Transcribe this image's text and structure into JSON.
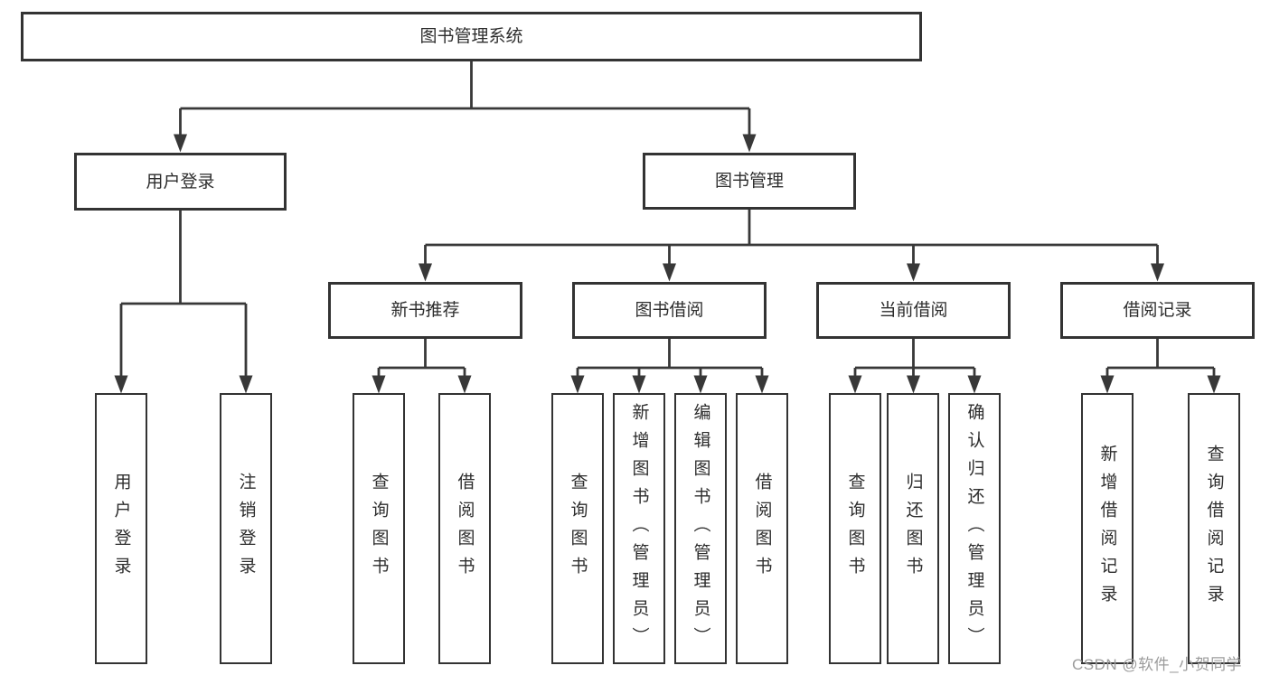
{
  "root": {
    "label": "图书管理系统"
  },
  "branches": [
    {
      "label": "用户登录",
      "children": [
        {
          "label": "用户登录"
        },
        {
          "label": "注销登录"
        }
      ]
    },
    {
      "label": "图书管理",
      "children": [
        {
          "label": "新书推荐",
          "children": [
            {
              "label": "查询图书"
            },
            {
              "label": "借阅图书"
            }
          ]
        },
        {
          "label": "图书借阅",
          "children": [
            {
              "label": "查询图书"
            },
            {
              "label": "新增图书（管理员）"
            },
            {
              "label": "编辑图书（管理员）"
            },
            {
              "label": "借阅图书"
            }
          ]
        },
        {
          "label": "当前借阅",
          "children": [
            {
              "label": "查询图书"
            },
            {
              "label": "归还图书"
            },
            {
              "label": "确认归还（管理员）"
            }
          ]
        },
        {
          "label": "借阅记录",
          "children": [
            {
              "label": "新增借阅记录"
            },
            {
              "label": "查询借阅记录"
            }
          ]
        }
      ]
    }
  ],
  "watermark": "CSDN @软件_小贺同学",
  "colors": {
    "line": "#383838",
    "box_border": "#333333",
    "text": "#2d2d2d",
    "watermark": "#9c9c9c",
    "background": "#ffffff"
  }
}
